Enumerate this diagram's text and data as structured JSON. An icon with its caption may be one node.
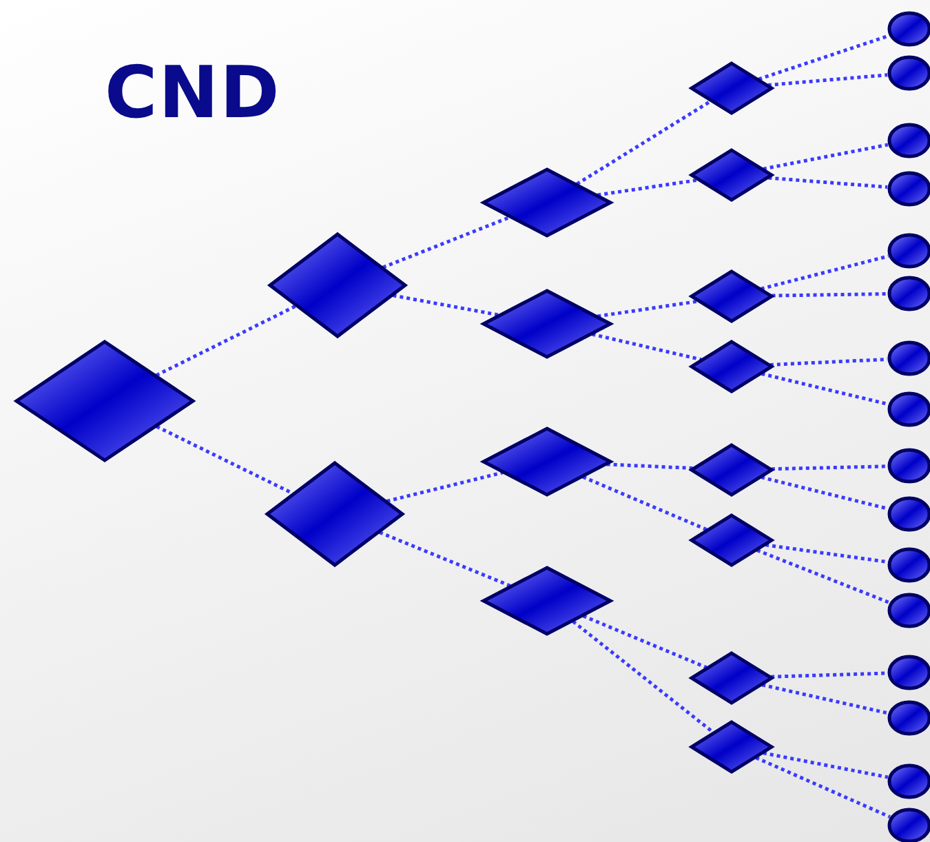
{
  "diagram": {
    "title": "CND",
    "nodes": [
      {
        "text": [],
        "shape": "diamond"
      },
      {
        "text": [],
        "shape": "diamond"
      },
      {
        "text": [],
        "shape": "diamond"
      },
      {
        "text": [],
        "shape": "diamond"
      },
      {
        "text": [],
        "shape": "diamond"
      },
      {
        "text": [],
        "shape": "diamond"
      },
      {
        "text": [],
        "shape": "diamond"
      },
      {
        "text": [],
        "shape": "diamond"
      },
      {
        "text": [],
        "shape": "diamond"
      },
      {
        "text": [],
        "shape": "diamond"
      },
      {
        "text": [],
        "shape": "diamond"
      },
      {
        "text": [],
        "shape": "diamond"
      },
      {
        "text": [],
        "shape": "diamond"
      },
      {
        "text": [],
        "shape": "diamond"
      },
      {
        "text": [],
        "shape": "diamond"
      },
      {
        "text": [],
        "shape": "circle"
      },
      {
        "text": [],
        "shape": "circle"
      },
      {
        "text": [],
        "shape": "circle"
      },
      {
        "text": [],
        "shape": "circle"
      },
      {
        "text": [],
        "shape": "circle"
      },
      {
        "text": [],
        "shape": "circle"
      },
      {
        "text": [],
        "shape": "circle"
      },
      {
        "text": [],
        "shape": "circle"
      },
      {
        "text": [],
        "shape": "circle"
      },
      {
        "text": [],
        "shape": "circle"
      },
      {
        "text": [],
        "shape": "circle"
      },
      {
        "text": [],
        "shape": "circle"
      },
      {
        "text": [],
        "shape": "circle"
      },
      {
        "text": [],
        "shape": "circle"
      },
      {
        "text": [],
        "shape": "circle"
      },
      {
        "text": [],
        "shape": "circle"
      }
    ],
    "edges": [
      {
        "from": 0,
        "to": 1,
        "arrow": "none"
      },
      {
        "from": 0,
        "to": 2,
        "arrow": "none"
      },
      {
        "from": 1,
        "to": 3,
        "arrow": "none"
      },
      {
        "from": 1,
        "to": 4,
        "arrow": "none"
      },
      {
        "from": 2,
        "to": 5,
        "arrow": "none"
      },
      {
        "from": 2,
        "to": 6,
        "arrow": "none"
      },
      {
        "from": 3,
        "to": 7,
        "arrow": "none"
      },
      {
        "from": 3,
        "to": 8,
        "arrow": "none"
      },
      {
        "from": 4,
        "to": 9,
        "arrow": "none"
      },
      {
        "from": 4,
        "to": 10,
        "arrow": "none"
      },
      {
        "from": 5,
        "to": 11,
        "arrow": "none"
      },
      {
        "from": 5,
        "to": 12,
        "arrow": "none"
      },
      {
        "from": 6,
        "to": 13,
        "arrow": "none"
      },
      {
        "from": 6,
        "to": 14,
        "arrow": "none"
      },
      {
        "from": 7,
        "to": 15,
        "arrow": "none"
      },
      {
        "from": 7,
        "to": 16,
        "arrow": "none"
      },
      {
        "from": 8,
        "to": 17,
        "arrow": "none"
      },
      {
        "from": 8,
        "to": 18,
        "arrow": "none"
      },
      {
        "from": 9,
        "to": 19,
        "arrow": "none"
      },
      {
        "from": 9,
        "to": 20,
        "arrow": "none"
      },
      {
        "from": 10,
        "to": 21,
        "arrow": "none"
      },
      {
        "from": 10,
        "to": 22,
        "arrow": "none"
      },
      {
        "from": 11,
        "to": 23,
        "arrow": "none"
      },
      {
        "from": 11,
        "to": 24,
        "arrow": "none"
      },
      {
        "from": 12,
        "to": 25,
        "arrow": "none"
      },
      {
        "from": 12,
        "to": 26,
        "arrow": "none"
      },
      {
        "from": 13,
        "to": 27,
        "arrow": "none"
      },
      {
        "from": 13,
        "to": 28,
        "arrow": "none"
      },
      {
        "from": 14,
        "to": 29,
        "arrow": "none"
      },
      {
        "from": 14,
        "to": 30,
        "arrow": "none"
      }
    ]
  }
}
